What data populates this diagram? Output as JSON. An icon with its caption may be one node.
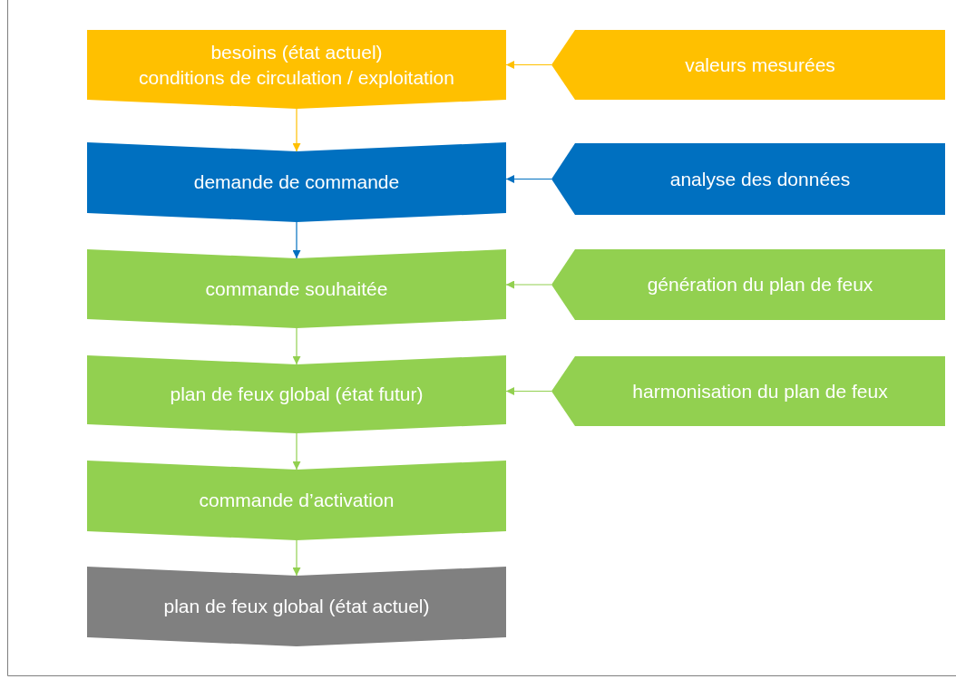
{
  "diagram": {
    "nodes": [
      {
        "text": [
          "besoins (état actuel)",
          "conditions de circulation / exploitation"
        ]
      },
      {
        "text": [
          "valeurs mesurées"
        ]
      },
      {
        "text": [
          "demande de commande"
        ]
      },
      {
        "text": [
          "analyse des données"
        ]
      },
      {
        "text": [
          "commande souhaitée"
        ]
      },
      {
        "text": [
          "génération du plan de feux"
        ]
      },
      {
        "text": [
          "plan de feux global (état futur)"
        ]
      },
      {
        "text": [
          "harmonisation du plan de feux"
        ]
      },
      {
        "text": [
          "commande d’activation"
        ]
      },
      {
        "text": [
          "plan de feux global (état actuel)"
        ]
      }
    ],
    "edges": [
      {
        "from": 1,
        "to": 0,
        "arrow": "to",
        "color": "#ffc000"
      },
      {
        "from": 0,
        "to": 2,
        "arrow": "to",
        "color": "#ffc000"
      },
      {
        "from": 3,
        "to": 2,
        "arrow": "to",
        "color": "#0070c0"
      },
      {
        "from": 2,
        "to": 4,
        "arrow": "to",
        "color": "#0070c0"
      },
      {
        "from": 5,
        "to": 4,
        "arrow": "to"
      },
      {
        "from": 4,
        "to": 6,
        "arrow": "to"
      },
      {
        "from": 7,
        "to": 6,
        "arrow": "to"
      },
      {
        "from": 6,
        "to": 8,
        "arrow": "to"
      },
      {
        "from": 8,
        "to": 9,
        "arrow": "to"
      }
    ]
  }
}
